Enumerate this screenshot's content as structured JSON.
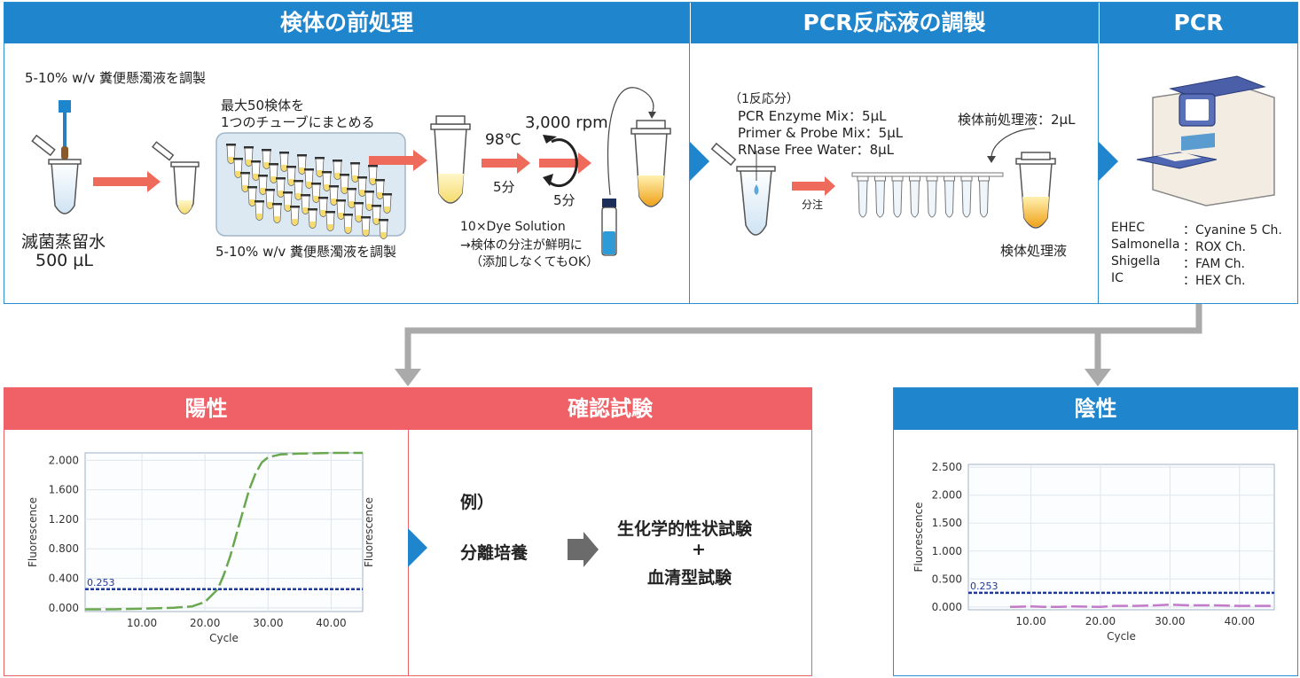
{
  "top": {
    "sec1_title": "検体の前処理",
    "sec2_title": "PCR反応液の調製",
    "sec3_title": "PCR"
  },
  "pre": {
    "suspension_top": "5-10% w/v 糞便懸濁液を調製",
    "water_label": "滅菌蒸留水",
    "water_volume": "500 µL",
    "pool_label_1": "最大50検体を",
    "pool_label_2": "1つのチューブにまとめる",
    "suspension_bottom": "5-10% w/v 糞便懸濁液を調製",
    "heat_temp": "98℃",
    "heat_time": "5分",
    "spin_speed": "3,000 rpm",
    "spin_time": "5分",
    "dye_1": "10×Dye Solution",
    "dye_2": "→検体の分注が鮮明に",
    "dye_3": "（添加しなくてもOK）"
  },
  "mix": {
    "per_reaction": "（1反応分）",
    "enzyme": "PCR Enzyme Mix：5µL",
    "primer": "Primer & Probe Mix：5µL",
    "water": "RNase Free Water：8µL",
    "dispense": "分注",
    "sample_add": "検体前処理液：2µL",
    "sample_label": "検体処理液"
  },
  "pcr": {
    "channels": [
      {
        "target": "EHEC",
        "channel": "：Cyanine 5 Ch."
      },
      {
        "target": "Salmonella",
        "channel": "：ROX Ch."
      },
      {
        "target": "Shigella",
        "channel": "：FAM Ch."
      },
      {
        "target": "IC",
        "channel": "：HEX Ch."
      }
    ]
  },
  "result": {
    "positive": "陽性",
    "confirm": "確認試験",
    "negative": "陰性",
    "example": "例）",
    "isolation": "分離培養",
    "biochem": "生化学的性状試験",
    "plus": "+",
    "serotype": "血清型試験"
  },
  "colors": {
    "blue": "#1f85cc",
    "red": "#ef6067",
    "arrow": "#ee6a5a",
    "curve_pos": "#6aa84f",
    "curve_neg": "#c27ac9",
    "threshold": "#1f3a9b"
  },
  "chart_data": [
    {
      "type": "line",
      "xlabel": "Cycle",
      "ylabel": "Fluorescence",
      "xticks": [
        "10.00",
        "20.00",
        "30.00",
        "40.00"
      ],
      "yticks": [
        "0.000",
        "0.400",
        "0.800",
        "1.200",
        "1.600",
        "2.000"
      ],
      "xlim": [
        1,
        45
      ],
      "ylim": [
        -0.05,
        2.1
      ],
      "threshold": 0.253,
      "threshold_label": "0.253",
      "series": [
        {
          "x": [
            1,
            5,
            10,
            15,
            18,
            20,
            22,
            23,
            24,
            25,
            26,
            27,
            28,
            29,
            30,
            32,
            35,
            40,
            45
          ],
          "y": [
            -0.02,
            -0.02,
            -0.01,
            0.0,
            0.02,
            0.08,
            0.25,
            0.45,
            0.7,
            1.0,
            1.3,
            1.6,
            1.82,
            1.97,
            2.04,
            2.08,
            2.09,
            2.1,
            2.1
          ]
        }
      ]
    },
    {
      "type": "line",
      "xlabel": "Cycle",
      "ylabel": "Fluorescence",
      "xticks": [
        "10.00",
        "20.00",
        "30.00",
        "40.00"
      ],
      "yticks": [
        "0.000",
        "0.500",
        "1.000",
        "1.500",
        "2.000",
        "2.500"
      ],
      "xlim": [
        1,
        45
      ],
      "ylim": [
        -0.05,
        2.55
      ],
      "threshold": 0.253,
      "threshold_label": "0.253",
      "series": [
        {
          "x": [
            7,
            10,
            12,
            14,
            16,
            20,
            22,
            25,
            28,
            30,
            33,
            36,
            40,
            45
          ],
          "y": [
            0.0,
            0.01,
            0.0,
            0.0,
            0.01,
            0.0,
            0.02,
            0.02,
            0.03,
            0.04,
            0.03,
            0.03,
            0.02,
            0.02
          ]
        }
      ]
    }
  ]
}
